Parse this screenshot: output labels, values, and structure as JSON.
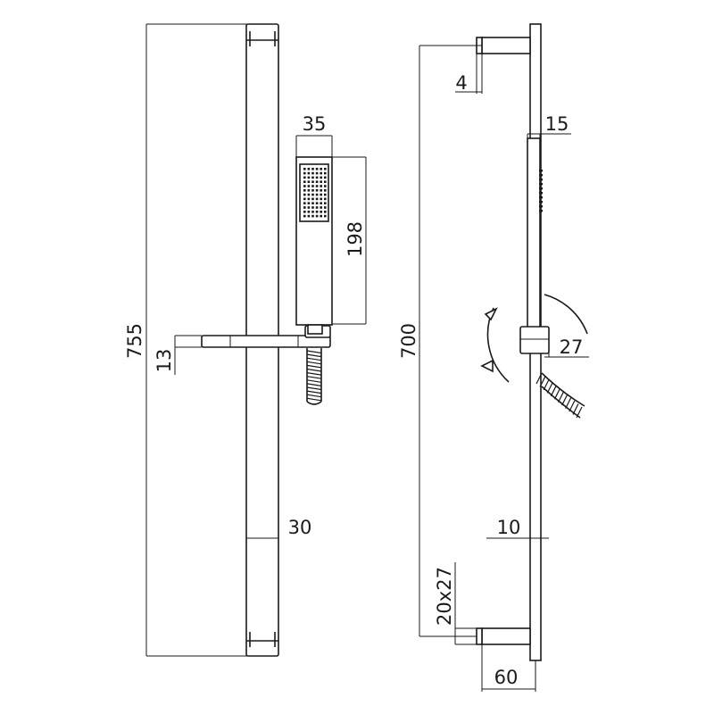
{
  "dimensions": {
    "overall_height": "755",
    "holder_offset": "13",
    "handshower_width": "35",
    "handshower_length": "198",
    "rail_width": "30",
    "bracket_depth": "4",
    "rail_depth": "15",
    "bracket_spacing": "700",
    "rotation_angle": "27",
    "wall_offset": "10",
    "bracket_section": "20x27",
    "projection": "60"
  }
}
